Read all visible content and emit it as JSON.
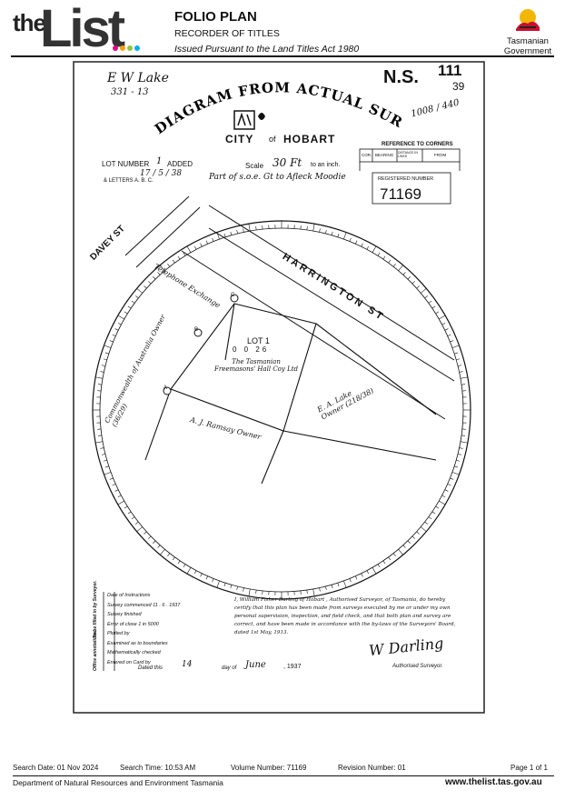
{
  "header": {
    "logo_the": "the",
    "logo_list": "List",
    "title": "FOLIO PLAN",
    "subtitle": "RECORDER OF TITLES",
    "act": "Issued Pursuant to the Land Titles Act 1980",
    "gov_line1": "Tasmanian",
    "gov_line2": "Government"
  },
  "plan": {
    "corner_ref": "E W Lake",
    "corner_ref2": "331 - 13",
    "ns": "N.S.",
    "ns_folio": "111",
    "ns_page": "39",
    "stamp": "1008 / 440",
    "heading": "DIAGRAM FROM ACTUAL SURVEY",
    "city_pre": "CITY",
    "city_of": "of",
    "city_name": "HOBART",
    "ref_corners": "REFERENCE TO CORNERS",
    "ref_cols": [
      "COR.",
      "BEARING",
      "DISTANCE IN LINKS",
      "FROM"
    ],
    "lot_number_label": "LOT NUMBER",
    "lot_number_val": "1",
    "added": "ADDED",
    "added_date": "17 / 5 / 38",
    "letters": "& LETTERS  A. B. C.",
    "scale_label": "Scale",
    "scale_val": "30 Ft",
    "scale_suffix": "to an inch.",
    "part_of": "Part of s.o.e. Gt to Afleck Moodie",
    "registered_label": "REGISTERED NUMBER",
    "registered_number": "71169",
    "street_davey": "DAVEY ST",
    "street_harrington": "HARRINGTON ST",
    "telephone": "Telephone Exchange",
    "commonwealth": "Commonwealth of Australia Owner (36/29)",
    "lot_label": "LOT 1",
    "lot_area": "0  0  26",
    "owner_name": "The Tasmanian Freemasons' Hall Coy Ltd",
    "east_owner": "E. A. Lake Owner (218/38)",
    "south_owner": "A. J. Ramsay Owner",
    "marker_a": "A",
    "marker_b": "B",
    "marker_c": "C",
    "office_side_1": "To be filled in by Surveyor.",
    "office_side_2": "Office annotations.",
    "office_items": [
      "Date of Instructions",
      "Survey commenced  11 . 6 . 1937",
      "Survey finished",
      "Error of close 1 in 5000",
      "Plotted by",
      "Examined as to boundaries",
      "Mathematically checked",
      "Entered on Card by"
    ],
    "cert_text": "I,  William  Fisher Darling   of  Hobart ,  Authorised Surveyor, of Tasmania, do hereby certify that this plan has been made from surveys executed by me or under my own personal supervision, inspection, and field check, and that both plan and survey are correct, and have been made in accordance with the by-laws of the Surveyors' Board, dated 1st May, 1913.",
    "dated_label": "Dated this",
    "dated_day": "14",
    "day_of": "day of",
    "dated_month": "June",
    "dated_year": ", 1937",
    "signature": "W Darling",
    "auth_surveyor": "Authorised Surveyor."
  },
  "footer": {
    "search_date": "Search Date: 01 Nov 2024",
    "search_time": "Search Time: 10:53 AM",
    "volume": "Volume Number: 71169",
    "revision": "Revision Number: 01",
    "page": "Page 1 of 1",
    "department": "Department of Natural Resources and Environment Tasmania",
    "url": "www.thelist.tas.gov.au"
  },
  "colors": {
    "dot1": "#e6007e",
    "dot2": "#f5a000",
    "dot3": "#8dc63f",
    "dot4": "#00aeef",
    "gov_red": "#c8102e",
    "gov_yellow": "#f2b705"
  }
}
